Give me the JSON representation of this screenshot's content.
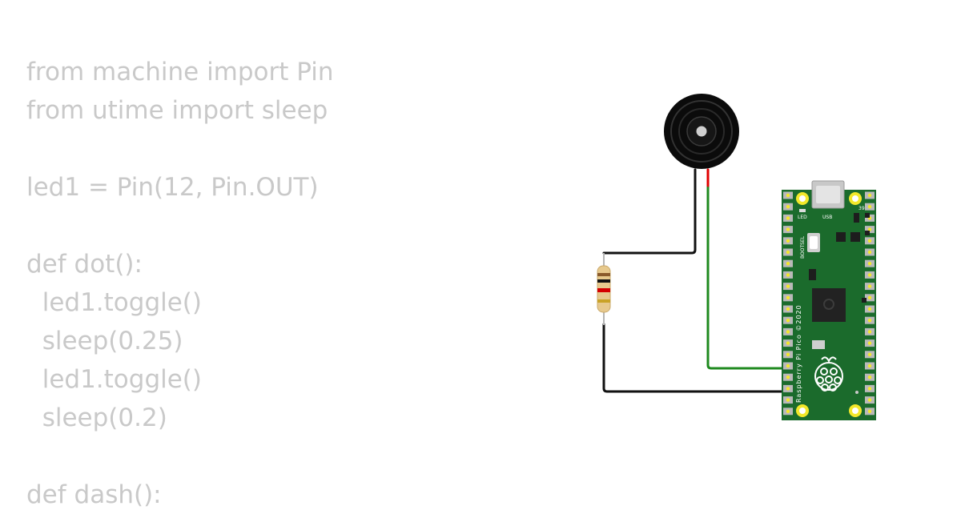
{
  "code_lines": [
    "from machine import Pin",
    "from utime import sleep",
    "",
    "led1 = Pin(12, Pin.OUT)",
    "",
    "def dot():",
    "  led1.toggle()",
    "  sleep(0.25)",
    "  led1.toggle()",
    "  sleep(0.2)",
    "",
    "def dash():"
  ],
  "board": {
    "name_label": "Raspberry Pi Pico ©2020",
    "led_label": "LED",
    "usb_label": "USB",
    "bootsel_label": "BOOTSEL",
    "pin_number": "39"
  },
  "colors": {
    "code_text": "#c9c9c9",
    "board_green": "#1b6b2c",
    "wire_black": "#111111",
    "wire_green": "#1f8a1f",
    "wire_red": "#e00000",
    "pad_yellow": "#f3e82a"
  },
  "icons": {
    "buzzer": "piezo-buzzer-icon",
    "resistor": "resistor-icon",
    "logo": "raspberry-logo-icon"
  }
}
